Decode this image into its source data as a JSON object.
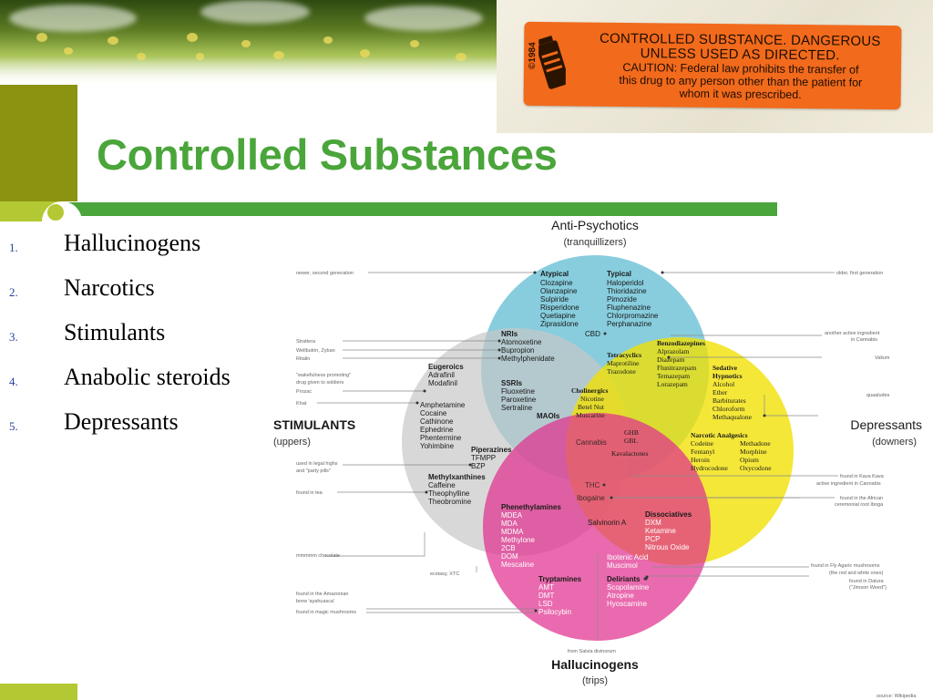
{
  "slide": {
    "title": "Controlled Substances",
    "bullets": [
      {
        "number": "1.",
        "text": "Hallucinogens"
      },
      {
        "number": "2.",
        "text": "Narcotics"
      },
      {
        "number": "3.",
        "text": "Stimulants"
      },
      {
        "number": "4.",
        "text": "Anabolic steroids"
      },
      {
        "number": "5.",
        "text": "Depressants"
      }
    ]
  },
  "label": {
    "year": "©1984",
    "line1": "CONTROLLED SUBSTANCE. DANGEROUS",
    "line2": "UNLESS USED AS DIRECTED.",
    "caution_lines": [
      "CAUTION: Federal law prohibits the transfer of",
      "this drug to any person other than the patient for",
      "whom it was prescribed."
    ]
  },
  "diagram": {
    "circles": [
      {
        "name": "Anti-Psychotics",
        "sub": "(tranquillizers)",
        "color": "#5fbcd3"
      },
      {
        "name": "STIMULANTS",
        "sub": "(uppers)",
        "color": "#c8c8c8"
      },
      {
        "name": "Depressants",
        "sub": "(downers)",
        "color": "#f1e000"
      },
      {
        "name": "Hallucinogens",
        "sub": "(trips)",
        "color": "#e0318f"
      }
    ],
    "groups": {
      "atypical": {
        "title": "Atypical",
        "items": [
          "Clozapine",
          "Olanzapine",
          "Sulpiride",
          "Risperidone",
          "Quetiapine",
          "Ziprasidone"
        ]
      },
      "typical": {
        "title": "Typical",
        "items": [
          "Haloperidol",
          "Thioridazine",
          "Pimozide",
          "Fluphenazine",
          "Chlorpromazine",
          "Perphanazine"
        ]
      },
      "cbd": {
        "title": "CBD",
        "items": []
      },
      "nris": {
        "title": "NRIs",
        "items": [
          "Atomoxetine",
          "Bupropion",
          "Methylphenidate"
        ]
      },
      "tetracyclics": {
        "title": "Tetracyclics",
        "items": [
          "Maprotiline",
          "Trazodone"
        ]
      },
      "benzodiazepines": {
        "title": "Benzodiazepines",
        "items": [
          "Alprazolam",
          "Diazepam",
          "Flunitrazepam",
          "Temazepam",
          "Lorazepam"
        ]
      },
      "eugeroics": {
        "title": "Eugeroics",
        "items": [
          "Adrafinil",
          "Modafinil"
        ]
      },
      "ssris": {
        "title": "SSRIs",
        "items": [
          "Fluoxetine",
          "Paroxetine",
          "Sertraline"
        ]
      },
      "maois": {
        "title": "MAOIs",
        "items": []
      },
      "cholinergics": {
        "title": "Cholinergics",
        "items": [
          "Nicotine",
          "Betel Nut",
          "Muscarine"
        ]
      },
      "sedative": {
        "title": "Sedative",
        "title2": "Hypnotics",
        "items": [
          "Alcohol",
          "Ether",
          "Barbiturates",
          "Chloroform",
          "Methaqualone"
        ]
      },
      "amphetamines": {
        "title": "",
        "items": [
          "Amphetamine",
          "Cocaine",
          "Cathinone",
          "Ephedrine",
          "Phentermine",
          "Yohimbine"
        ]
      },
      "cannabis": {
        "title": "Cannabis",
        "items": []
      },
      "ghb": {
        "title": "",
        "items": [
          "GHB",
          "GBL"
        ]
      },
      "kavalactones": {
        "title": "Kavalactones",
        "items": []
      },
      "narcotic": {
        "title": "Narcotic Analgesics",
        "items": [
          "Codeine",
          "Fentanyl",
          "Heroin",
          "Hydrocodone",
          "Methadone",
          "Morphine",
          "Opium",
          "Oxycodone"
        ]
      },
      "piperazines": {
        "title": "Piperazines",
        "items": [
          "TFMPP",
          "BZP"
        ]
      },
      "methylxanthines": {
        "title": "Methylxanthines",
        "items": [
          "Caffeine",
          "Theophylline",
          "Theobromine"
        ]
      },
      "thc": {
        "title": "THC",
        "items": []
      },
      "ibogaine": {
        "title": "Ibogaine",
        "items": []
      },
      "phenethylamines": {
        "title": "Phenethylamines",
        "items": [
          "MDEA",
          "MDA",
          "MDMA",
          "Methylone",
          "2CB",
          "DOM",
          "Mescaline"
        ]
      },
      "salvinorin": {
        "title": "Salvinorin A",
        "items": []
      },
      "dissociatives": {
        "title": "Dissociatives",
        "items": [
          "DXM",
          "Ketamine",
          "PCP",
          "Nitrous Oxide"
        ]
      },
      "ibotenic": {
        "title": "",
        "items": [
          "Ibotenic Acid",
          "Muscimol"
        ]
      },
      "tryptamines": {
        "title": "Tryptamines",
        "items": [
          "AMT",
          "DMT",
          "LSD",
          "Psilocybin"
        ]
      },
      "deliriants": {
        "title": "Deliriants",
        "items": [
          "Scopolamine",
          "Atropine",
          "Hyoscamine"
        ]
      }
    },
    "annotations": {
      "newer": "newer, second generation",
      "older": "older, first generation",
      "strattera": "Strattera",
      "wellbutrin": "Wellbutrin, Zyban",
      "ritalin": "Ritalin",
      "wake1": "\"wakefulness promoting\"",
      "wake2": "drug given to soldiers",
      "prozac": "Prozac",
      "khat": "Khat",
      "another1": "another active ingredient",
      "another2": "in Cannabis",
      "valium": "Valium",
      "quaaludes": "quaaludes",
      "legal1": "used in legal highs",
      "legal2": "and \"party pills\"",
      "tea": "found in tea",
      "kava": "found in Kava Kava",
      "active_cannabis": "active ingredient in Cannabis",
      "african1": "found in the African",
      "african2": "ceremonial root Iboga",
      "chocolate": "mmmmm chocolate",
      "ecstasy": "ecstasy, XTC",
      "amanita1": "found in Fly Agaric mushrooms",
      "amanita2": "(the red and white ones)",
      "datura1": "found in Datura",
      "datura2": "(\"Jimson Weed\")",
      "amazon1": "found in the Amazonian",
      "amazon2": "brew 'ayahuasca'",
      "magic": "found in magic mushrooms",
      "salvia": "from Salvia divinorum",
      "source": "source: Wikipedia"
    }
  }
}
